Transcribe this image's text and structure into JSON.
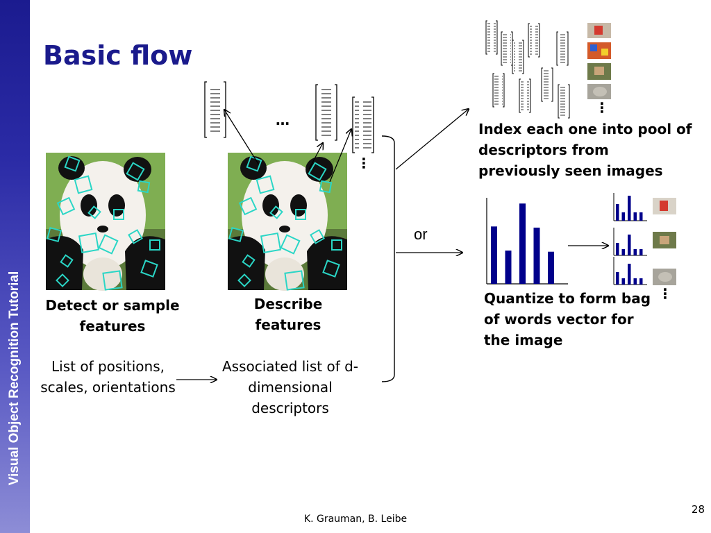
{
  "sidebar": {
    "text": "Visual Object Recognition Tutorial"
  },
  "title": "Basic flow",
  "labels": {
    "detect": "Detect or sample features",
    "describe": "Describe features",
    "list_positions": "List of positions, scales, orientations",
    "assoc_list": "Associated list of d-dimensional descriptors",
    "index": "Index each one into pool of descriptors from previously seen images",
    "or": "or",
    "quantize": "Quantize to form bag of words vector for the image"
  },
  "ellipsis": "…",
  "vertical_dots": "⋮",
  "histogram": {
    "type": "bar",
    "values": [
      5,
      2.9,
      7,
      4.9,
      2.8
    ],
    "ylim": [
      0,
      7.5
    ],
    "color": "#00008b"
  },
  "mini_histograms": [
    {
      "values": [
        4,
        2,
        6,
        2,
        2
      ]
    },
    {
      "values": [
        3,
        1.5,
        5,
        1.5,
        1.5
      ]
    },
    {
      "values": [
        3,
        1.5,
        5,
        1.5,
        1.5
      ]
    }
  ],
  "footer": {
    "author": "K. Grauman, B. Leibe",
    "page": "28"
  },
  "colors": {
    "accent": "#1a1a8c",
    "feature_box": "#2ad6c6",
    "bar": "#00008b"
  }
}
